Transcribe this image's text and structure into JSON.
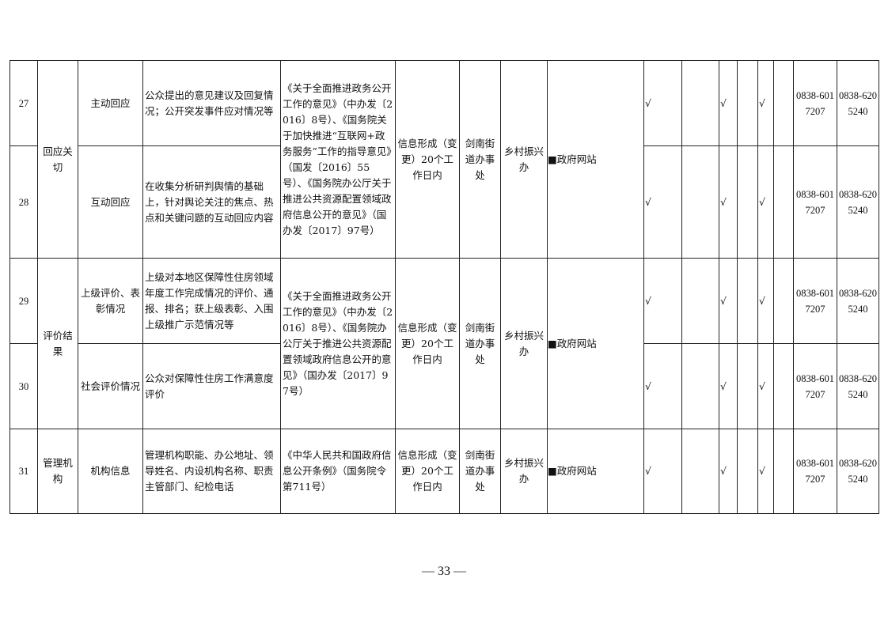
{
  "rows": [
    {
      "id": "27",
      "item": "主动回应",
      "content": "公众提出的意见建议及回复情况；公开突发事件应对情况等",
      "phone1": "0838-6017207",
      "phone2": "0838-6205240"
    },
    {
      "id": "28",
      "item": "互动回应",
      "content": "在收集分析研判舆情的基础上，针对舆论关注的焦点、热点和关键问题的互动回应内容",
      "phone1": "0838-6017207",
      "phone2": "0838-6205240"
    },
    {
      "id": "29",
      "item": "上级评价、表彰情况",
      "content": "上级对本地区保障性住房领域年度工作完成情况的评价、通报、排名；获上级表彰、入围上级推广示范情况等",
      "phone1": "0838-6017207",
      "phone2": "0838-6205240"
    },
    {
      "id": "30",
      "item": "社会评价情况",
      "content": "公众对保障性住房工作满意度评价",
      "phone1": "0838-6017207",
      "phone2": "0838-6205240"
    },
    {
      "id": "31",
      "item": "机构信息",
      "content": "管理机构职能、办公地址、领导姓名、内设机构名称、职责主管部门、纪检电话",
      "phone1": "0838-6017207",
      "phone2": "0838-6205240"
    }
  ],
  "groups": [
    {
      "category": "回应关切",
      "basis": "《关于全面推进政务公开工作的意见》（中办发〔2016〕8号）、《国务院关于加快推进“互联网+政务服务”工作的指导意见》（国发〔2016〕55号）、《国务院办公厅关于推进公共资源配置领域政府信息公开的意见》（国办发〔2017〕97号）",
      "timeframe": "信息形成（变更）20个工作日内",
      "subject": "剑南街道办事处",
      "responsible": "乡村振兴办",
      "channel": "■政府网站"
    },
    {
      "category": "评价结果",
      "basis": "《关于全面推进政务公开工作的意见》（中办发〔2016〕8号）、《国务院办公厅关于推进公共资源配置领域政府信息公开的意见》（国办发〔2017〕97号）",
      "timeframe": "信息形成（变更）20个工作日内",
      "subject": "剑南街道办事处",
      "responsible": "乡村振兴办",
      "channel": "■政府网站"
    },
    {
      "category": "管理机构",
      "basis": "《中华人民共和国政府信息公开条例》（国务院令第711号）",
      "timeframe": "信息形成（变更）20个工作日内",
      "subject": "剑南街道办事处",
      "responsible": "乡村振兴办",
      "channel": "■政府网站"
    }
  ],
  "check_mark": "√",
  "page_number": "— 33 —"
}
